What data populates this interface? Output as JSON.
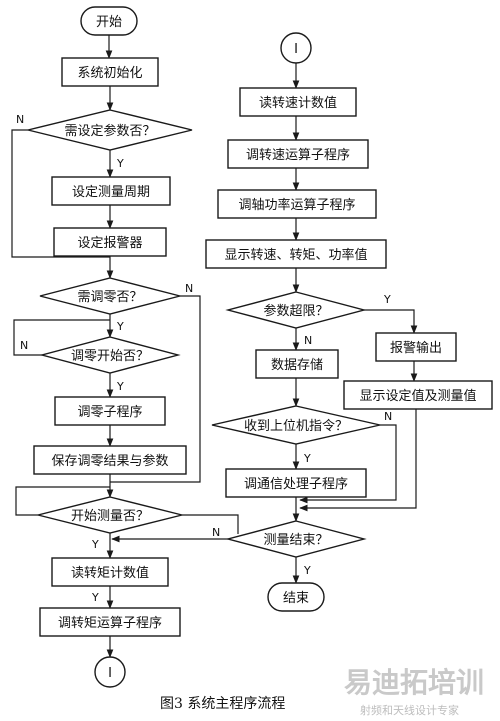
{
  "left": {
    "start": "开始",
    "init": "系统初始化",
    "q_set_params": "需设定参数否？",
    "set_period": "设定测量周期",
    "set_alarm": "设定报警器",
    "q_need_zero": "需调零否？",
    "q_zero_start": "调零开始否？",
    "zero_sub": "调零子程序",
    "save_zero": "保存调零结果与参数",
    "q_start_measure": "开始测量否？",
    "read_torque": "读转矩计数值",
    "torque_sub": "调转矩运算子程序",
    "connector": "I"
  },
  "right": {
    "connector": "I",
    "read_speed": "读转速计数值",
    "speed_sub": "调转速运算子程序",
    "power_sub": "调轴功率运算子程序",
    "display_values": "显示转速、转矩、功率值",
    "q_over_limit": "参数超限？",
    "alarm_output": "报警输出",
    "data_store": "数据存储",
    "display_set": "显示设定值及测量值",
    "q_host_cmd": "收到上位机指令？",
    "comm_sub": "调通信处理子程序",
    "q_measure_end": "测量结束？",
    "end": "结束"
  },
  "branch_labels": {
    "yes": "Y",
    "no": "N"
  },
  "caption": "图3  系统主程序流程",
  "watermark": {
    "main": "易迪拓培训",
    "sub": "射频和天线设计专家"
  }
}
